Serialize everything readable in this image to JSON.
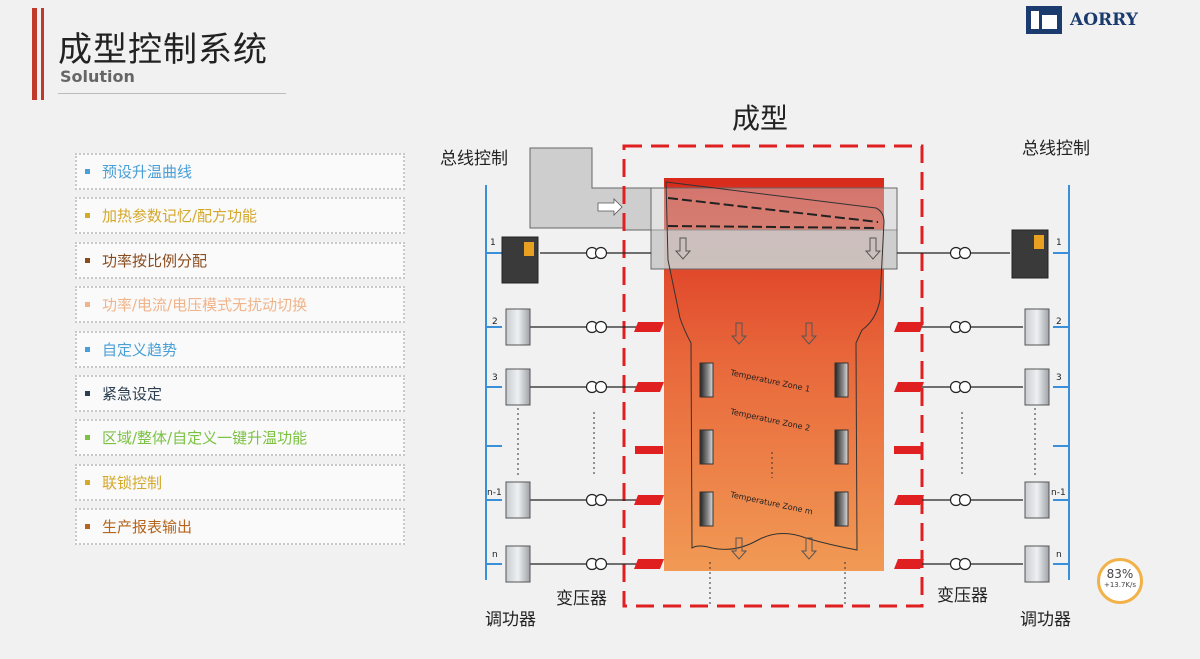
{
  "header": {
    "title": "成型控制系统",
    "subtitle": "Solution"
  },
  "logo": {
    "text": "AORRY"
  },
  "features": [
    {
      "label": "预设升温曲线",
      "color": "#4a9fd6"
    },
    {
      "label": "加热参数记忆/配方功能",
      "color": "#d4a82a"
    },
    {
      "label": "功率按比例分配",
      "color": "#8a4b1d"
    },
    {
      "label": "功率/电流/电压模式无扰动切换",
      "color": "#f0b48a"
    },
    {
      "label": "自定义趋势",
      "color": "#4a9fd6"
    },
    {
      "label": "紧急设定",
      "color": "#2c3e50"
    },
    {
      "label": "区域/整体/自定义一键升温功能",
      "color": "#7cc242"
    },
    {
      "label": "联锁控制",
      "color": "#d4a82a"
    },
    {
      "label": "生产报表输出",
      "color": "#b5651d"
    }
  ],
  "diagram": {
    "center_label": "成型",
    "bus_left": "总线控制",
    "bus_right": "总线控制",
    "transformer_left": "变压器",
    "transformer_right": "变压器",
    "power_reg_left": "调功器",
    "power_reg_right": "调功器",
    "channels": [
      "1",
      "2",
      "3",
      "n-1",
      "n"
    ],
    "zones": [
      "Temperature Zone 1",
      "Temperature Zone 2",
      "Temperature Zone m"
    ]
  },
  "gauge": {
    "value": "83%",
    "rate": "+13.7K/s"
  }
}
